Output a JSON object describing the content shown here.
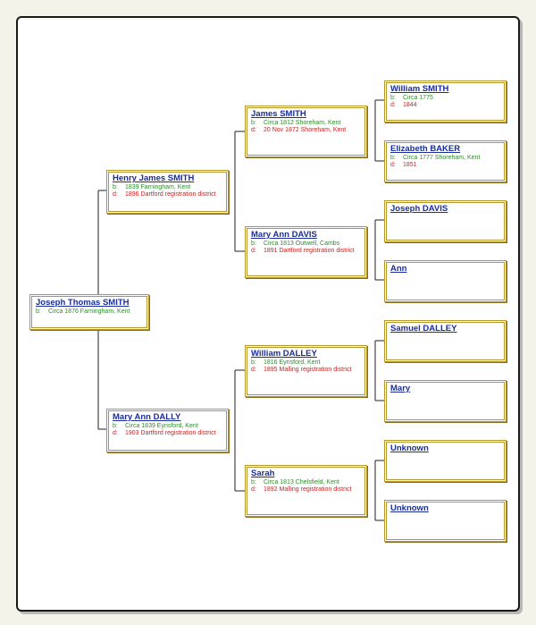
{
  "people": {
    "p1": {
      "name": "Joseph Thomas SMITH",
      "b_label": "b:",
      "birth": "Circa 1876 Farningham, Kent",
      "d_label": "",
      "death": ""
    },
    "p2": {
      "name": "Henry James SMITH",
      "b_label": "b:",
      "birth": "1839 Farningham, Kent",
      "d_label": "d:",
      "death": "1896 Dartford registration district"
    },
    "p3": {
      "name": "Mary Ann DALLY",
      "b_label": "b:",
      "birth": "Circa 1839 Eynsford, Kent",
      "d_label": "d:",
      "death": "1903 Dartford registration district"
    },
    "p4": {
      "name": "James SMITH",
      "b_label": "b:",
      "birth": "Circa 1812 Shoreham, Kent",
      "d_label": "d:",
      "death": "20 Nov 1872 Shoreham, Kent"
    },
    "p5": {
      "name": "Mary Ann DAVIS",
      "b_label": "b:",
      "birth": "Circa 1813 Outwell, Cambs",
      "d_label": "d:",
      "death": "1891 Dartford registration district"
    },
    "p6": {
      "name": "William DALLEY",
      "b_label": "b:",
      "birth": "1816 Eynsford, Kent",
      "d_label": "d:",
      "death": "1895 Malling registration district"
    },
    "p7": {
      "name": "Sarah",
      "b_label": "b:",
      "birth": "Circa 1813 Chelsfield, Kent",
      "d_label": "d:",
      "death": "1892 Malling registration district"
    },
    "p8": {
      "name": "William SMITH",
      "b_label": "b:",
      "birth": "Circa 1775",
      "d_label": "d:",
      "death": "1844"
    },
    "p9": {
      "name": "Elizabeth BAKER",
      "b_label": "b:",
      "birth": "Circa 1777 Shoreham, Kent",
      "d_label": "d:",
      "death": "1851"
    },
    "p10": {
      "name": "Joseph DAVIS",
      "b_label": "",
      "birth": "",
      "d_label": "",
      "death": ""
    },
    "p11": {
      "name": "Ann",
      "b_label": "",
      "birth": "",
      "d_label": "",
      "death": ""
    },
    "p12": {
      "name": "Samuel DALLEY",
      "b_label": "",
      "birth": "",
      "d_label": "",
      "death": ""
    },
    "p13": {
      "name": "Mary",
      "b_label": "",
      "birth": "",
      "d_label": "",
      "death": ""
    },
    "p14": {
      "name": "Unknown",
      "b_label": "",
      "birth": "",
      "d_label": "",
      "death": ""
    },
    "p15": {
      "name": "Unknown",
      "b_label": "",
      "birth": "",
      "d_label": "",
      "death": ""
    }
  },
  "colors": {
    "name": "#1a2d99",
    "birth": "#2e8b2e",
    "death": "#cc1f1f",
    "box_border": "#b8962e",
    "connector": "#222222"
  }
}
